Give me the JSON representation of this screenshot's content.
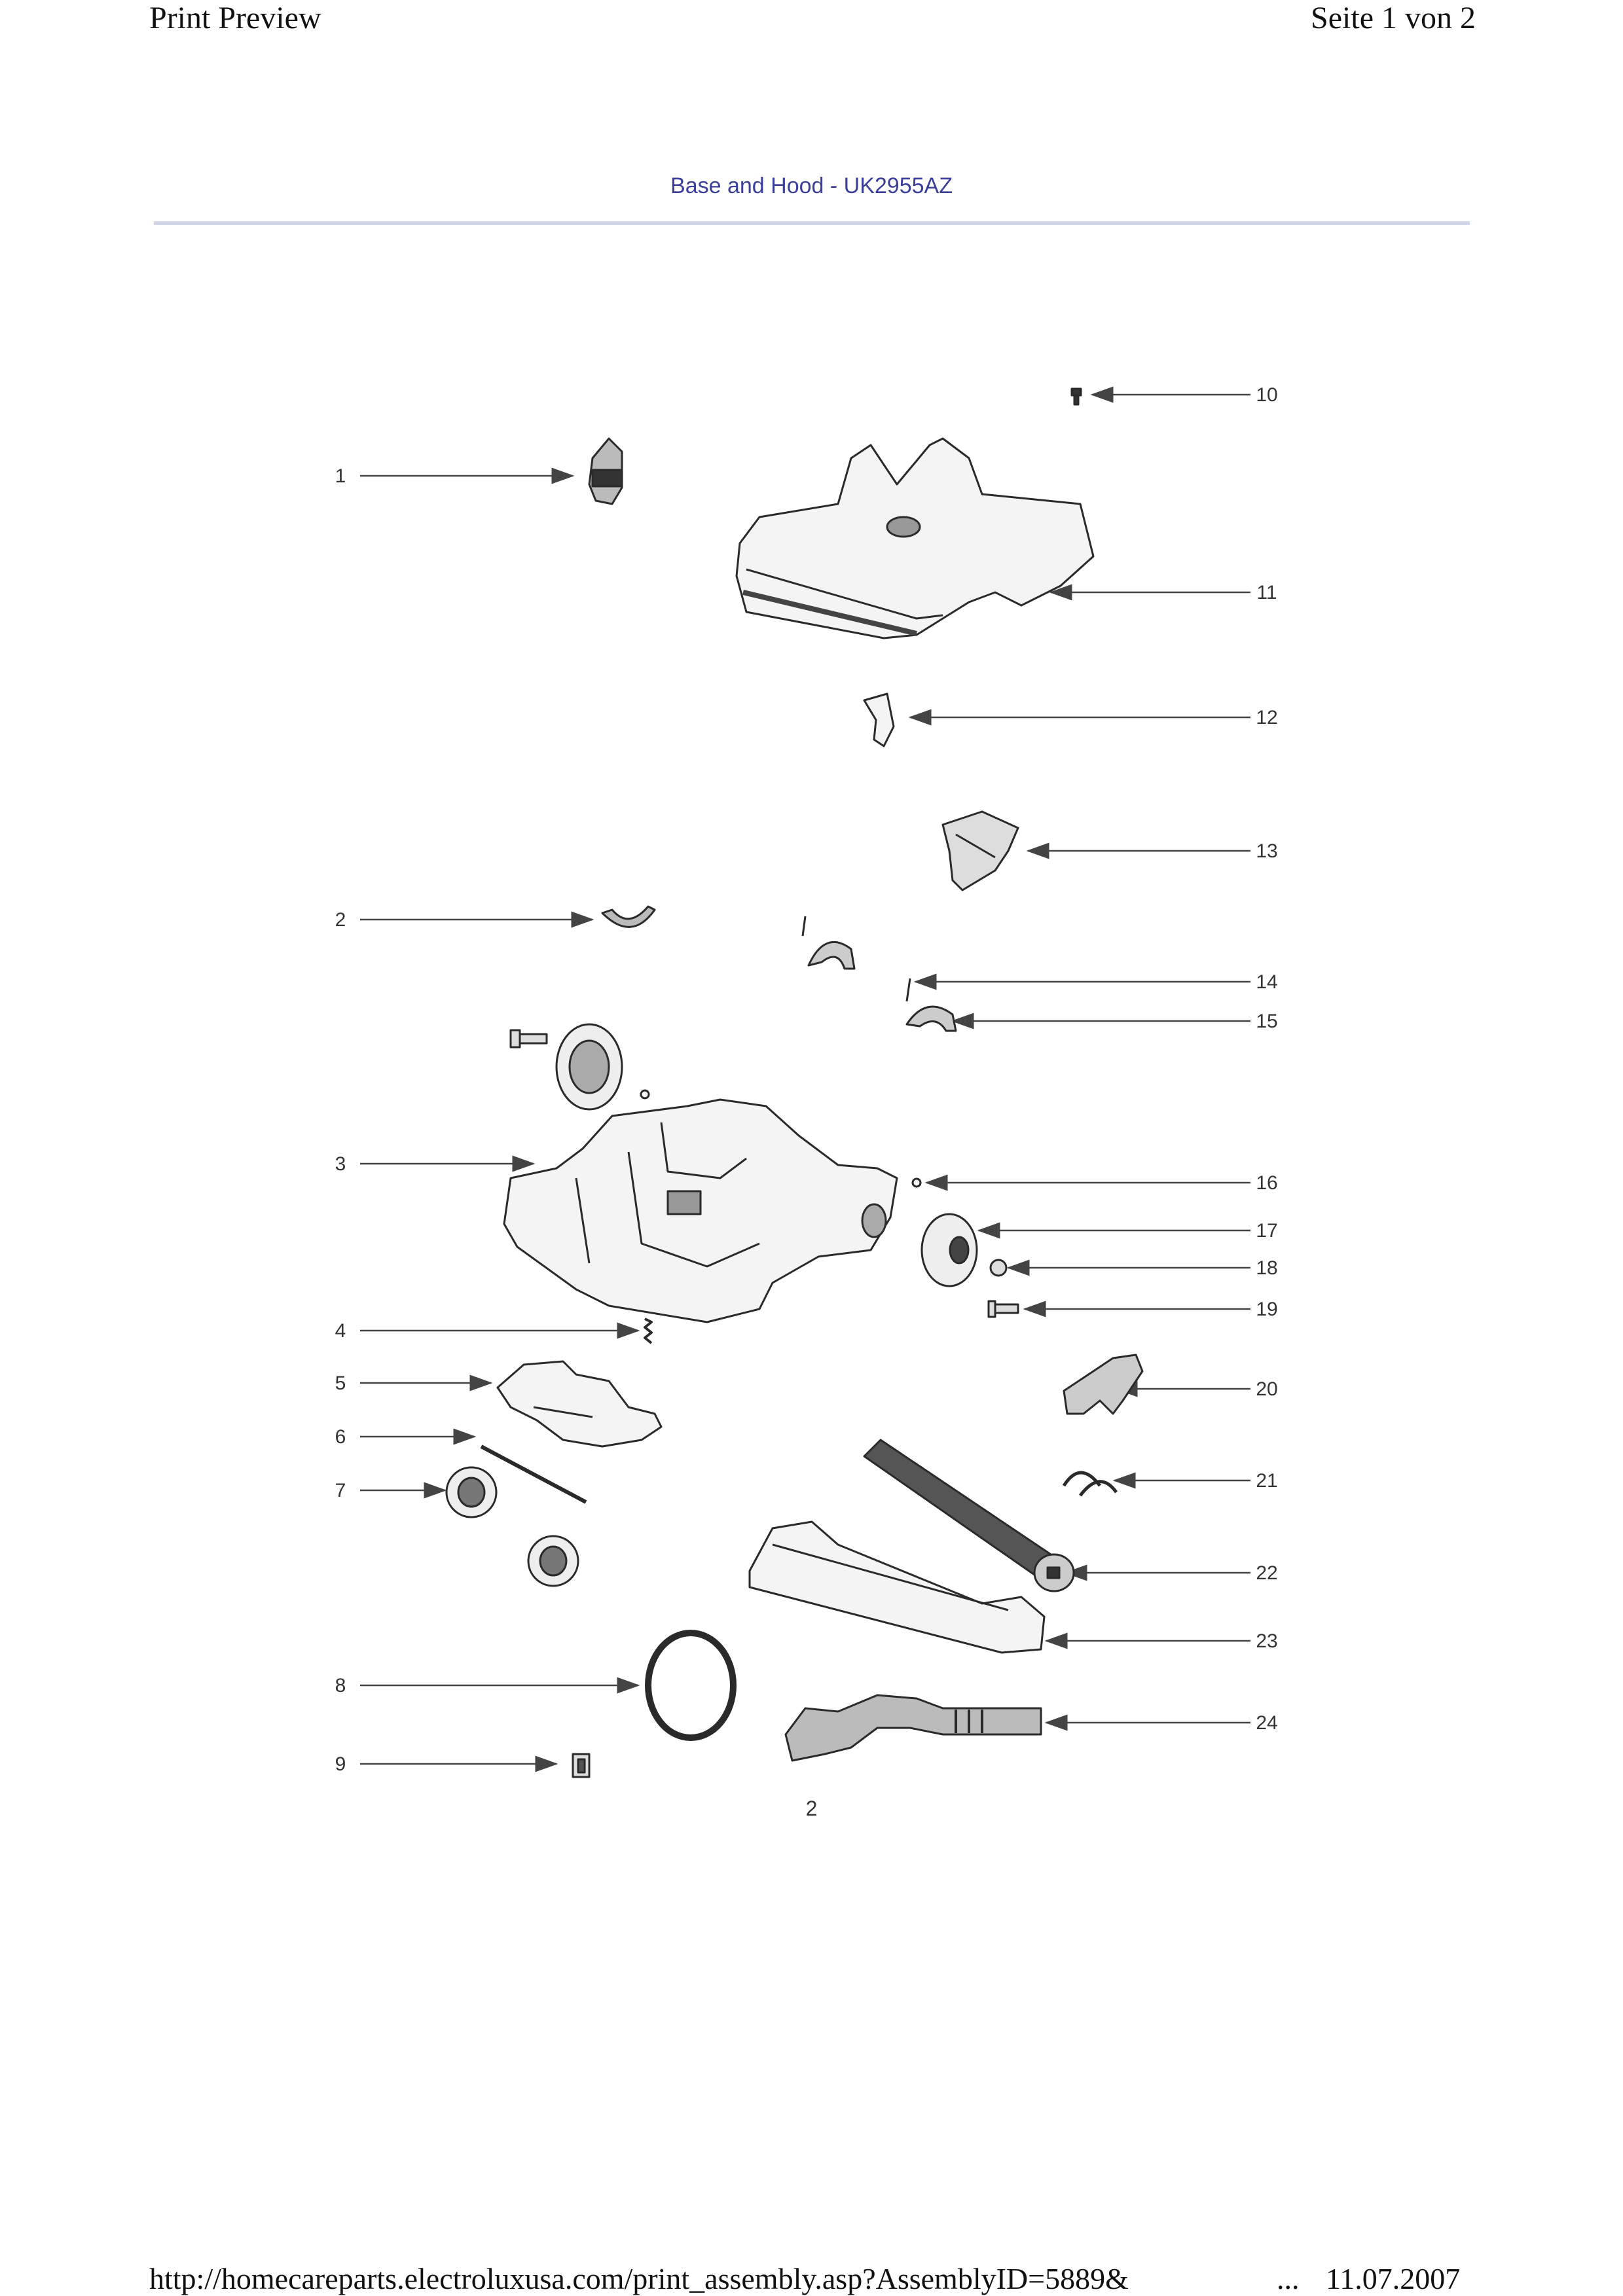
{
  "header": {
    "left": "Print Preview",
    "right": "Seite 1 von 2"
  },
  "title": "Base and Hood - UK2955AZ",
  "diagram": {
    "callouts": [
      "1",
      "2",
      "3",
      "4",
      "5",
      "6",
      "7",
      "8",
      "9",
      "10",
      "11",
      "12",
      "13",
      "14",
      "15",
      "16",
      "17",
      "18",
      "19",
      "20",
      "21",
      "22",
      "23",
      "24"
    ],
    "part_color": "#2a2a2a",
    "leader_color": "#444444"
  },
  "page_number": "2",
  "footer": {
    "url": "http://homecareparts.electroluxusa.com/print_assembly.asp?AssemblyID=5889&",
    "ellipsis": "...",
    "date": "11.07.2007"
  }
}
